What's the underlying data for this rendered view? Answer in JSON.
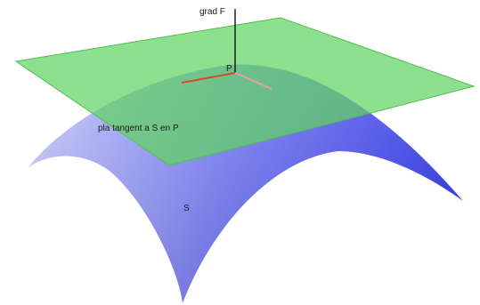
{
  "labels": {
    "gradient": "grad F",
    "point": "P",
    "tangent_plane": "pla tangent a S en P",
    "surface": "S"
  },
  "colors": {
    "surface_light": "#c8cbfc",
    "surface_mid": "#7b80f6",
    "surface_dark": "#2f35e8",
    "plane_fill": "#61d461",
    "plane_edge": "#4fbf4f",
    "tangent_red": "#d64a2a",
    "tangent_pink": "#e6a2a2",
    "gradient_line": "#111111"
  }
}
